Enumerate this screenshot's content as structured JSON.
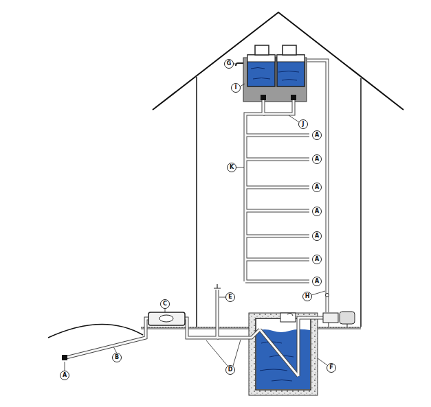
{
  "diagram": {
    "labels": [
      "G",
      "I",
      "J",
      "A",
      "K",
      "A",
      "A",
      "A",
      "A",
      "A",
      "A",
      "C",
      "E",
      "H",
      "D",
      "F",
      "A",
      "B"
    ]
  }
}
